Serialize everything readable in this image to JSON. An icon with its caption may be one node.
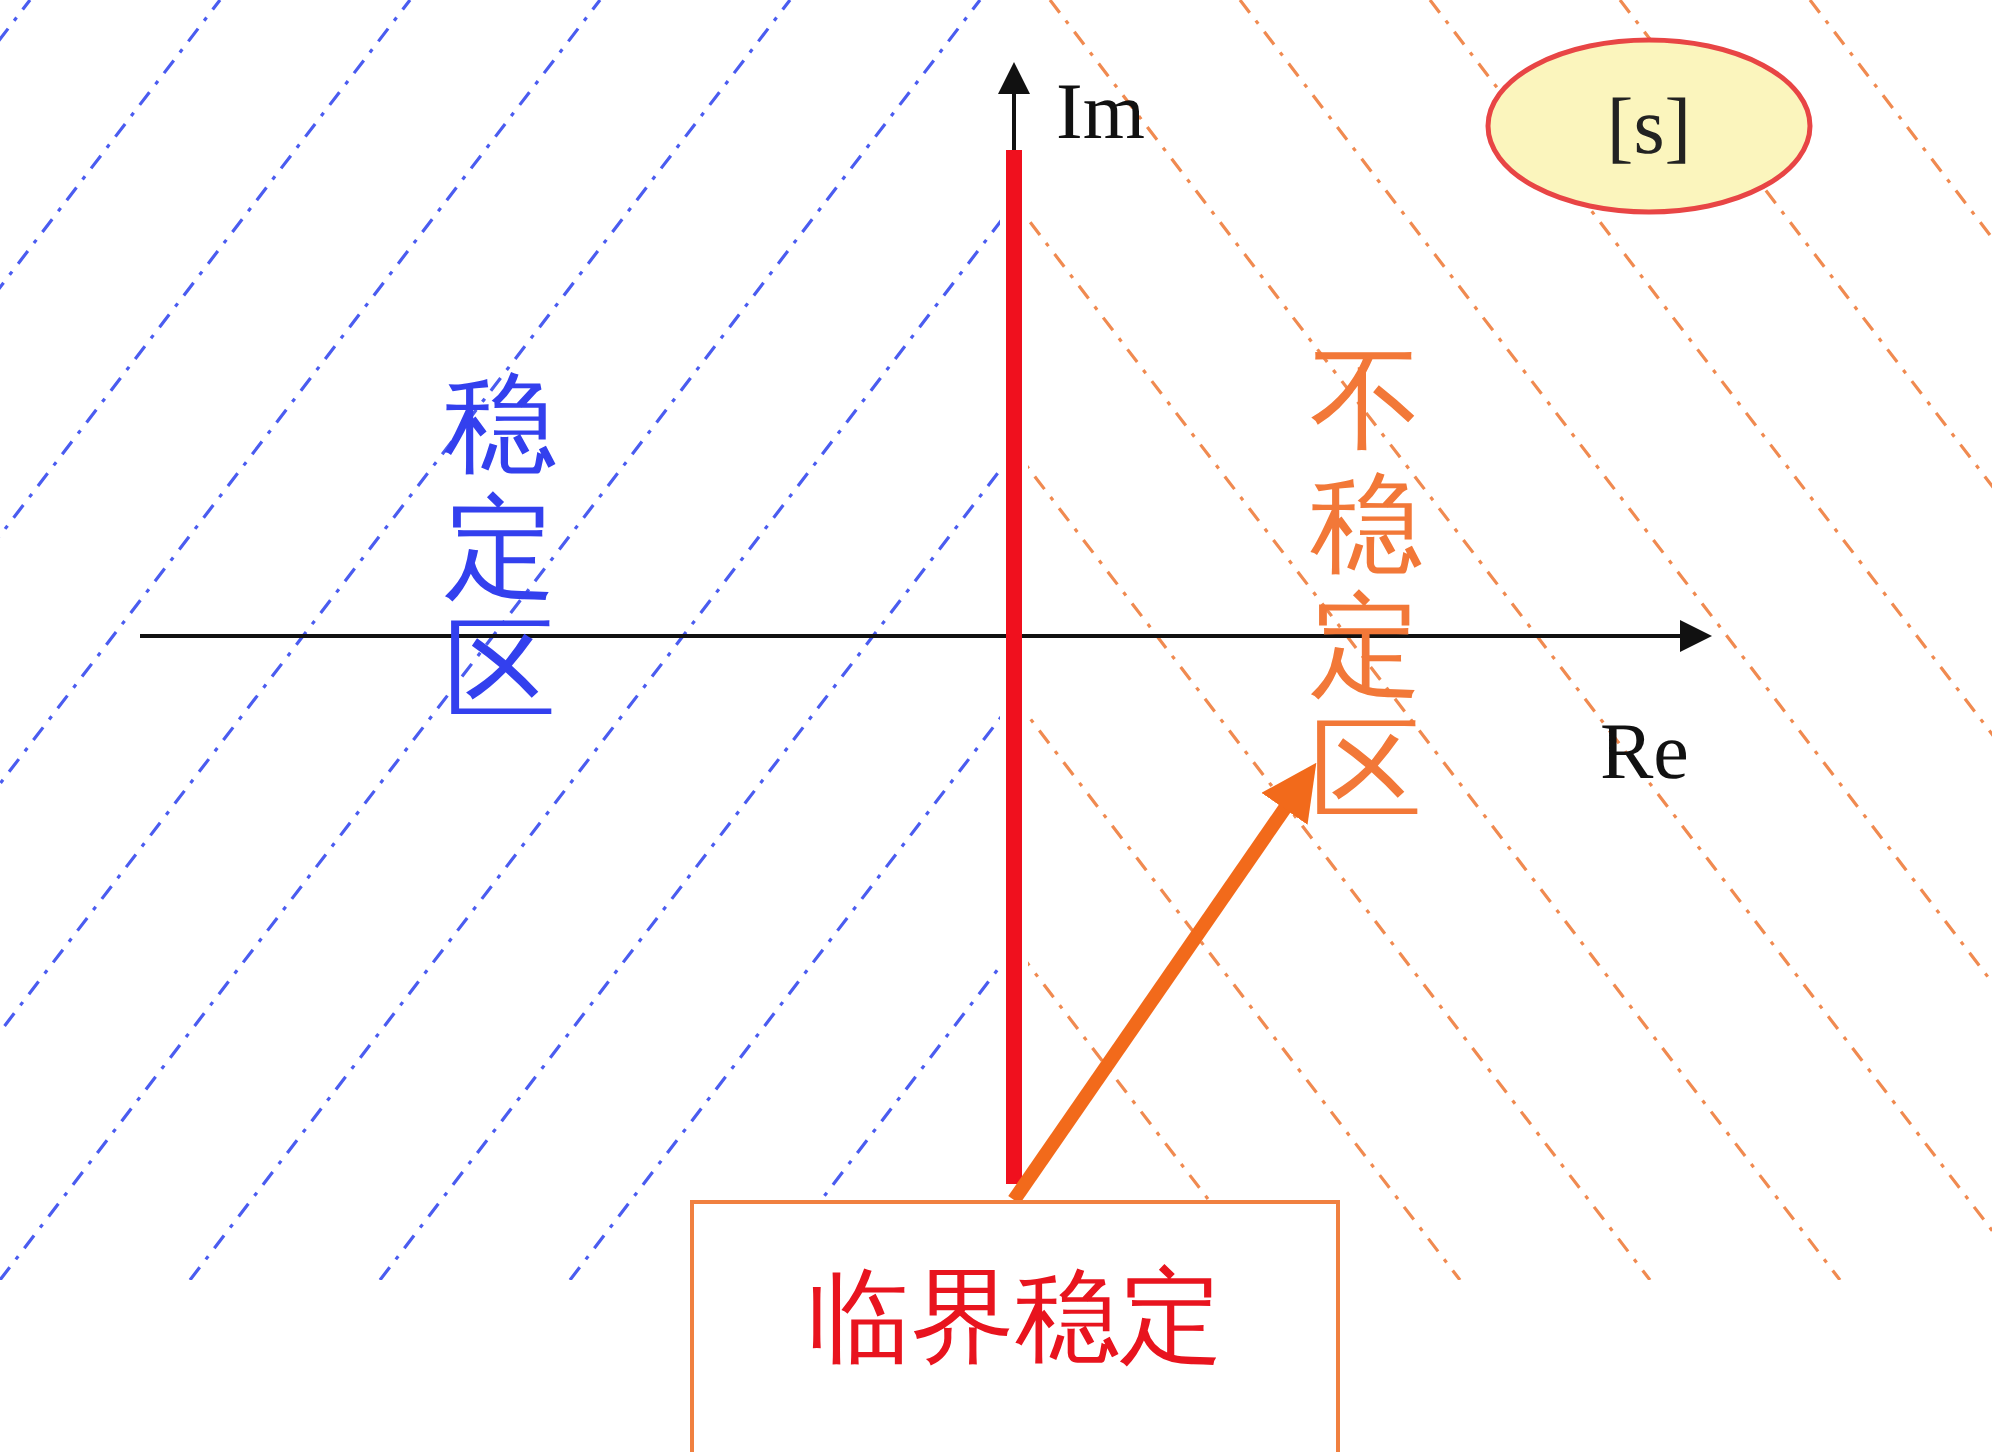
{
  "diagram": {
    "nodes": [
      {
        "text": [
          "稳定区"
        ]
      },
      {
        "text": [
          "不稳定区"
        ]
      },
      {
        "text": [
          "临界稳定"
        ]
      },
      {
        "text": [
          "[s]"
        ]
      }
    ],
    "edges": [
      {
        "from": 2,
        "to": 1,
        "arrow": "to"
      }
    ],
    "labels": [
      "Im",
      "Re"
    ]
  }
}
